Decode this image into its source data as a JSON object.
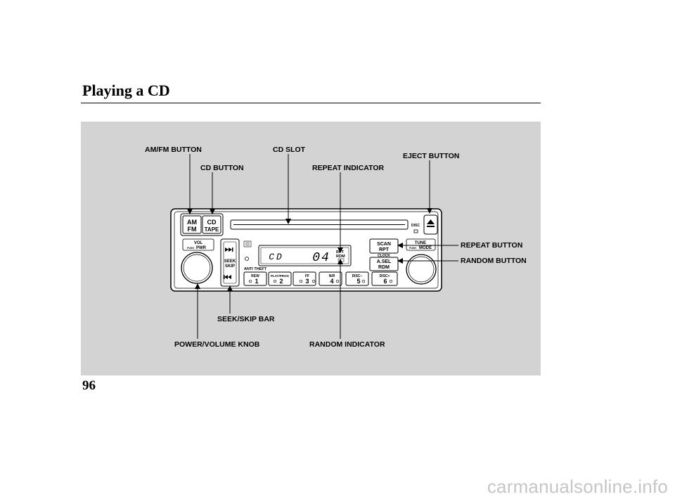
{
  "header": {
    "title": "Playing a CD"
  },
  "page_number": "96",
  "watermark": "carmanualsonline.info",
  "callouts": {
    "am_fm_button": "AM/FM BUTTON",
    "cd_button": "CD BUTTON",
    "cd_slot": "CD SLOT",
    "repeat_indicator": "REPEAT INDICATOR",
    "eject_button": "EJECT BUTTON",
    "repeat_button": "REPEAT BUTTON",
    "random_button": "RANDOM BUTTON",
    "seek_skip_bar": "SEEK/SKIP BAR",
    "power_volume_knob": "POWER/VOLUME KNOB",
    "random_indicator": "RANDOM INDICATOR"
  },
  "radio": {
    "am": "AM",
    "fm": "FM",
    "cd": "CD",
    "tape": "TAPE",
    "disc": "DISC",
    "vol": "VOL",
    "push": "PUSH",
    "pwr": "PWR",
    "seek": "SEEK",
    "skip": "SKIP",
    "anti_theft": "ANTI THEFT",
    "display_mode": "CD",
    "display_track": "04",
    "rpt": "RPT",
    "rdm": "RDM",
    "scan": "SCAN",
    "clock": "CLOCK",
    "a_sel": "A.SEL",
    "tune": "TUNE",
    "mode": "MODE",
    "presets": [
      {
        "top": "REW",
        "num": "1"
      },
      {
        "top": "PLAY/PROG",
        "num": "2"
      },
      {
        "top": "FF",
        "num": "3"
      },
      {
        "top": "N/R",
        "num": "4"
      },
      {
        "top": "DISC−",
        "num": "5"
      },
      {
        "top": "DISC+",
        "num": "6"
      }
    ]
  },
  "colors": {
    "panel": "#d3d3d3",
    "watermark": "#c6c6c6"
  }
}
